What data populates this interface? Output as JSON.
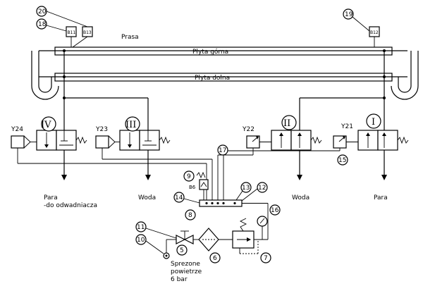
{
  "labels": {
    "prasa": "Prasa",
    "plyta_gorna": "Płyta górna",
    "plyta_dolna": "Płyta dolna",
    "para_left_line1": "Para",
    "para_left_line2": "-do odwadniacza",
    "woda_left": "Woda",
    "woda_right": "Woda",
    "para_right": "Para",
    "sprezone_line1": "Sprezone",
    "sprezone_line2": "powietrze",
    "sprezone_line3": "6 bar"
  },
  "sensors": {
    "b11": "B11",
    "b13": "B13",
    "b12": "B12",
    "b6": "B6"
  },
  "solenoids": {
    "y24": "Y24",
    "y23": "Y23",
    "y22": "Y22",
    "y21": "Y21"
  },
  "valve_numerals": {
    "iv": "IV",
    "iii": "III",
    "ii": "II",
    "i": "I"
  },
  "callouts": {
    "c5": "5",
    "c6": "6",
    "c7": "7",
    "c8": "8",
    "c9": "9",
    "c10": "10",
    "c11": "11",
    "c12": "12",
    "c13": "13",
    "c14": "14",
    "c15": "15",
    "c16": "16",
    "c17": "17",
    "c18": "18",
    "c19": "19",
    "c20": "20"
  }
}
